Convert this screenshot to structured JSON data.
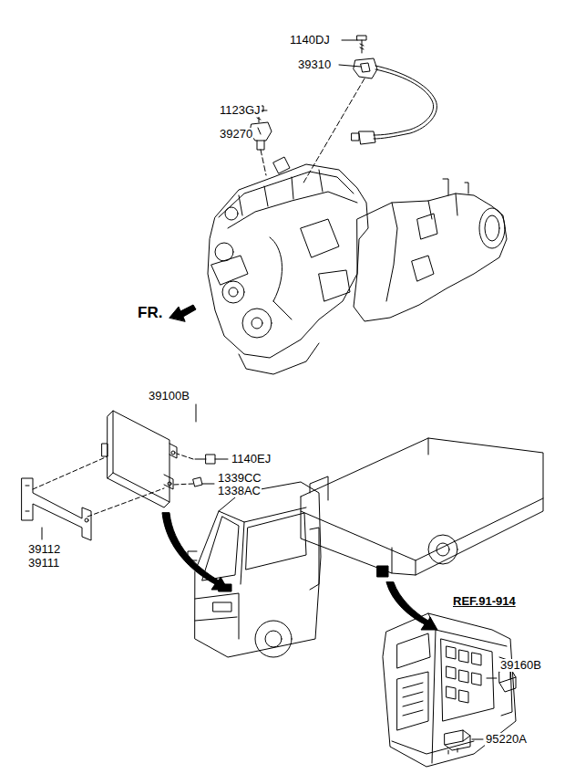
{
  "diagram": {
    "labels": [
      "1140DJ",
      "39310",
      "1123GJ",
      "39270",
      "FR.",
      "39100B",
      "1140EJ",
      "1339CC",
      "1338AC",
      "39112",
      "39111",
      "REF.91-914",
      "39160B",
      "95220A"
    ]
  }
}
